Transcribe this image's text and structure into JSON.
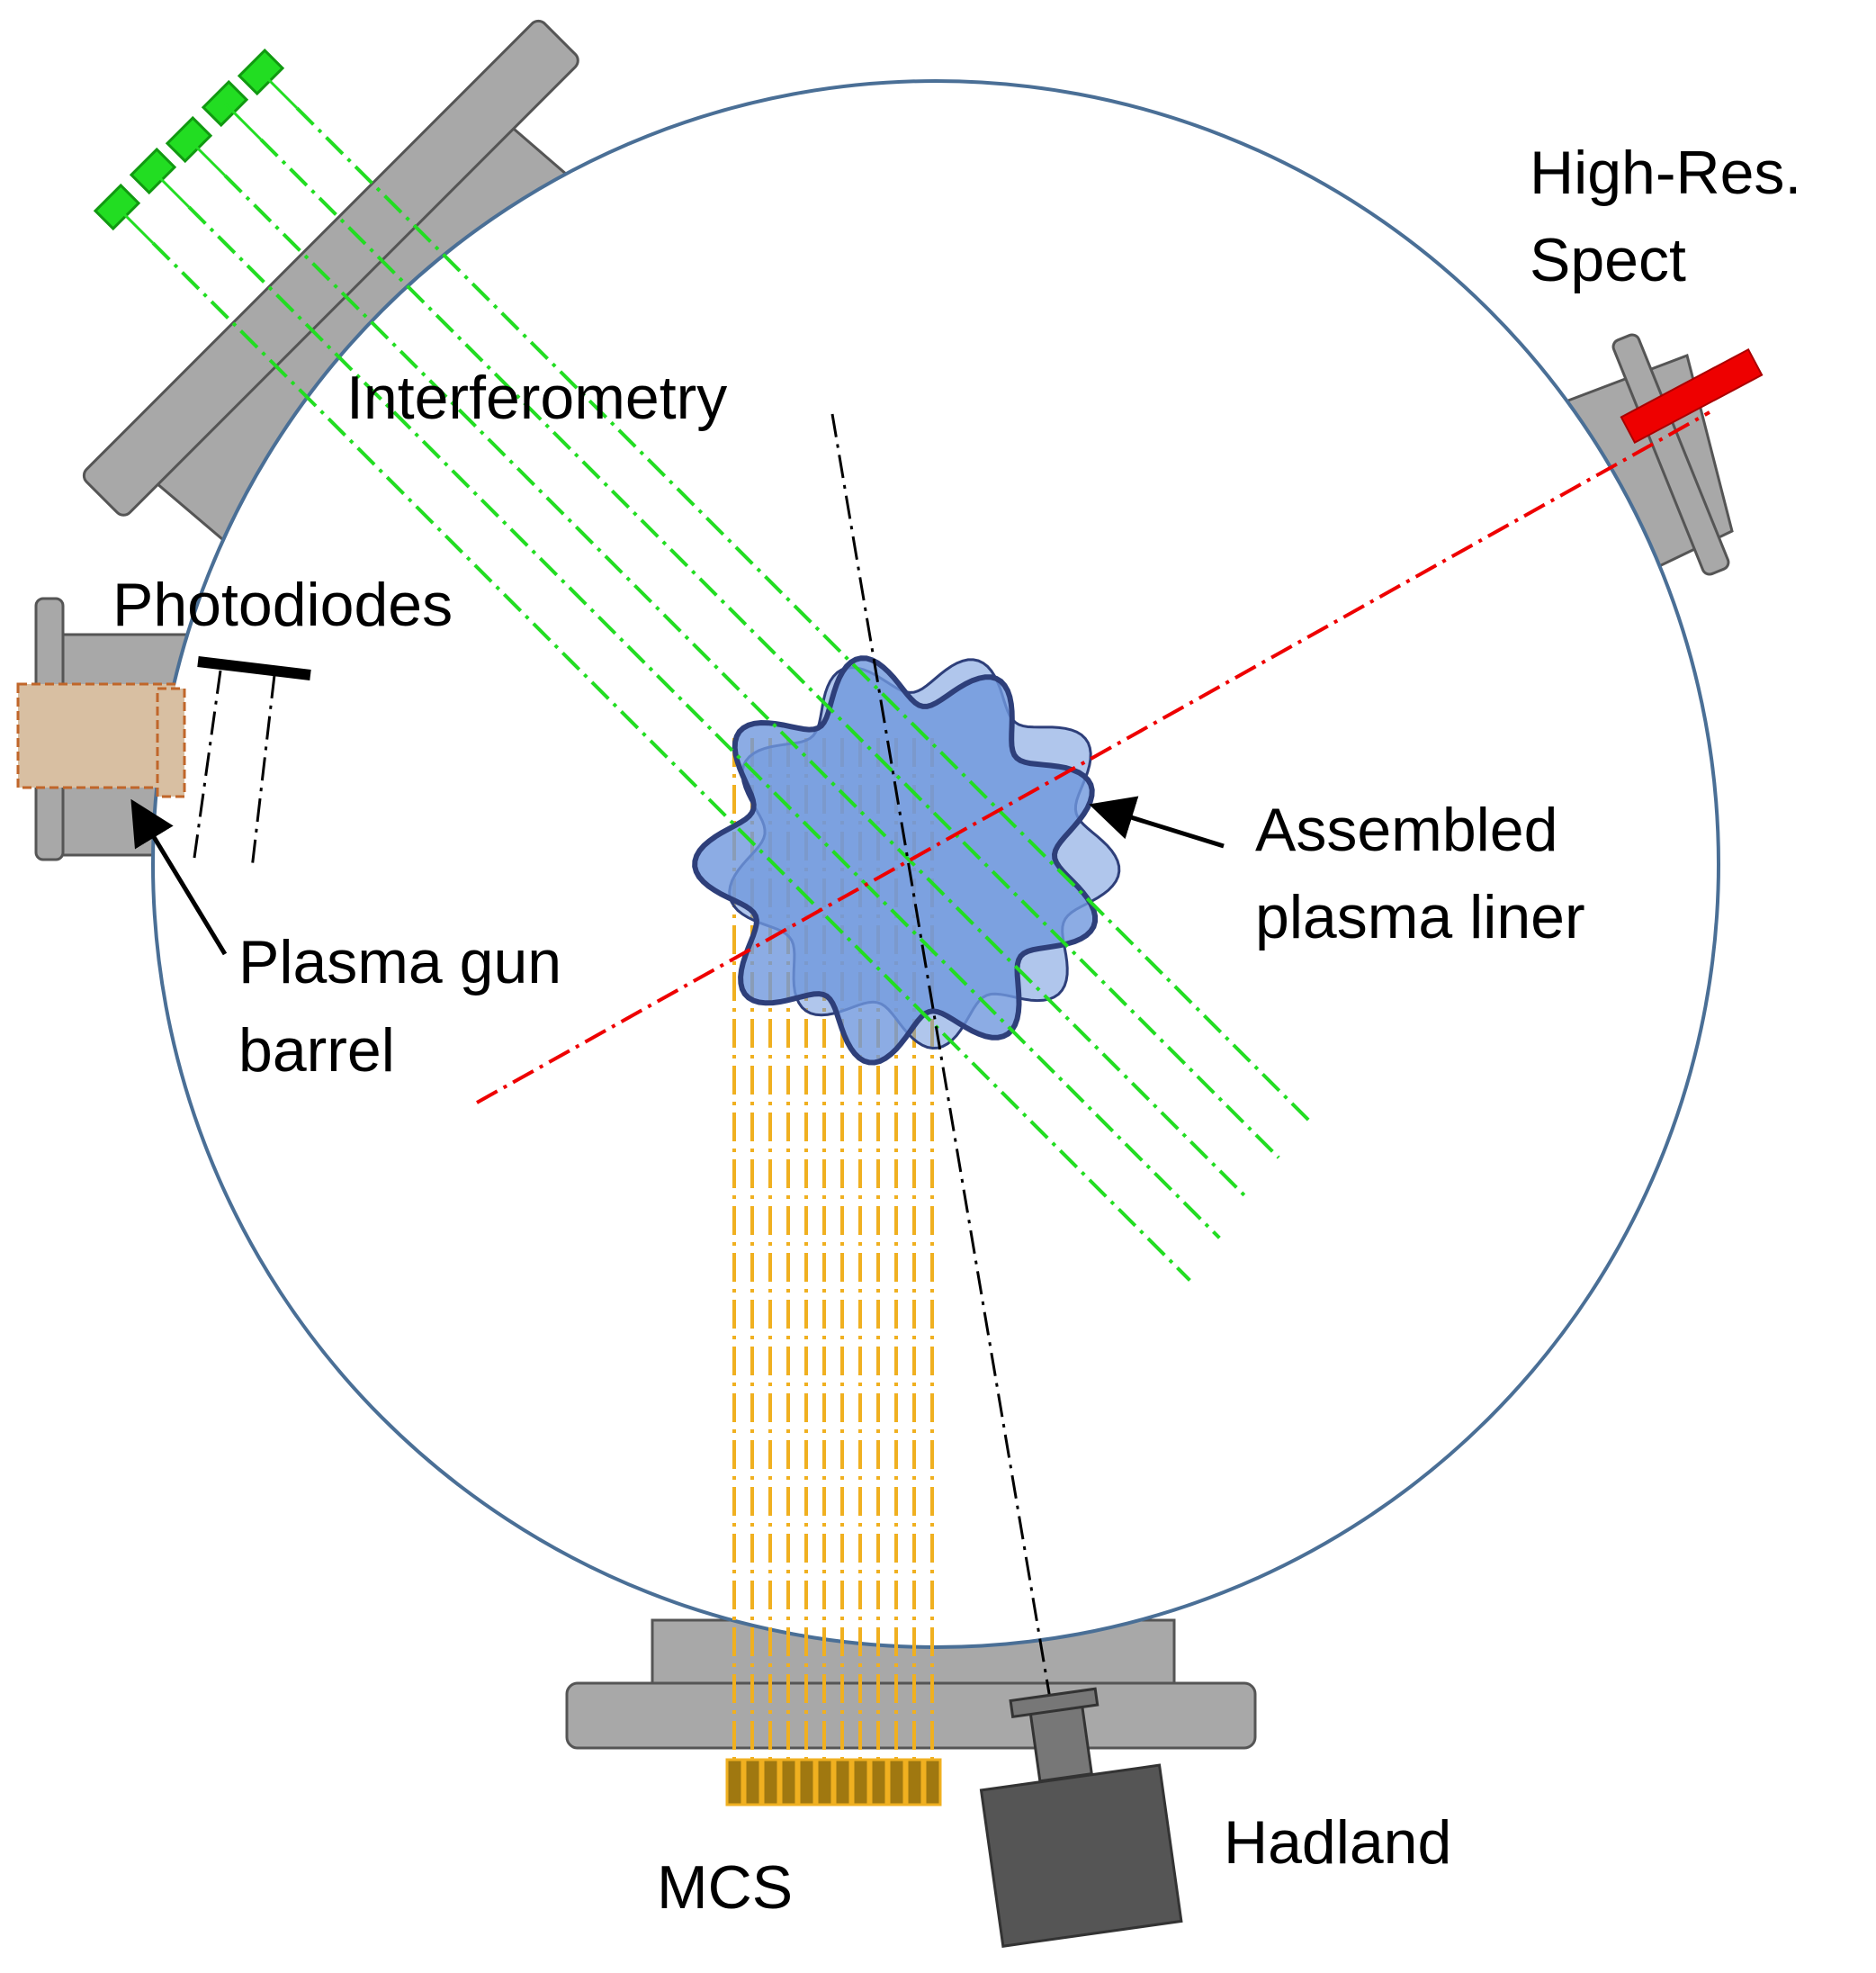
{
  "labels": {
    "high_res_spect_line1": "High-Res.",
    "high_res_spect_line2": "Spect",
    "interferometry": "Interferometry",
    "photodiodes": "Photodiodes",
    "assembled_line1": "Assembled",
    "assembled_line2": "plasma liner",
    "plasma_gun_line1": "Plasma gun",
    "plasma_gun_line2": "barrel",
    "mcs": "MCS",
    "hadland": "Hadland"
  },
  "colors": {
    "chamber_outline": "#4a6f96",
    "port_gray": "#a8a8a8",
    "camera_gray": "#555555",
    "interferometry_green": "#22dd22",
    "spectrometer_red": "#ee0000",
    "mcs_orange": "#f0b020",
    "plasma_blue": "#6f97dd",
    "plasma_outline": "#2e3f7a",
    "gun_barrel_fill": "#d8bfa2",
    "gun_barrel_outline": "#c0662a"
  },
  "mcs": {
    "chord_count": 12
  },
  "interferometry": {
    "chord_count": 5
  }
}
